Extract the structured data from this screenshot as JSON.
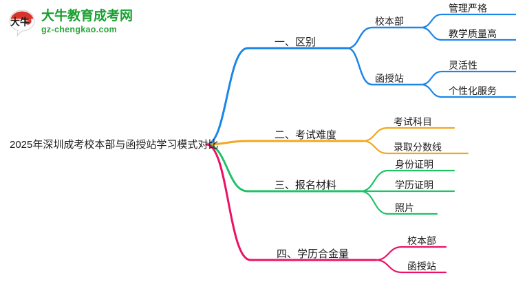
{
  "logo": {
    "mark_text": "大牛",
    "title": "大牛教育成考网",
    "subtitle": "gz-chengkao.com",
    "title_color": "#17a02f",
    "mark_accent_color": "#d9342b"
  },
  "mindmap": {
    "root": {
      "label": "2025年深圳成考校本部与函授站学习模式对比"
    },
    "colors": {
      "branch1": "#1a86e8",
      "branch2": "#f0a81e",
      "branch3": "#1ec268",
      "branch4": "#ec1164"
    },
    "branches": [
      {
        "label": "一、区别",
        "color": "#1a86e8",
        "children": [
          {
            "label": "校本部",
            "leaves": [
              "管理严格",
              "教学质量高"
            ]
          },
          {
            "label": "函授站",
            "leaves": [
              "灵活性",
              "个性化服务"
            ]
          }
        ]
      },
      {
        "label": "二、考试难度",
        "color": "#f0a81e",
        "children": [],
        "leaves": [
          "考试科目",
          "录取分数线"
        ]
      },
      {
        "label": "三、报名材料",
        "color": "#1ec268",
        "children": [],
        "leaves": [
          "身份证明",
          "学历证明",
          "照片"
        ]
      },
      {
        "label": "四、学历合金量",
        "color": "#ec1164",
        "children": [],
        "leaves": [
          "校本部",
          "函授站"
        ]
      }
    ]
  }
}
